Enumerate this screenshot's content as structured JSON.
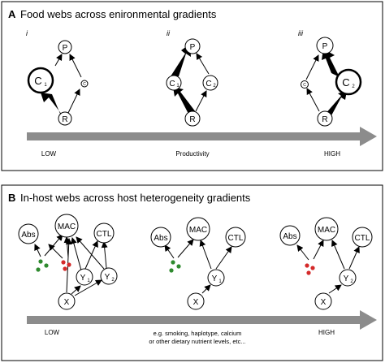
{
  "panel_a": {
    "letter": "A",
    "title": "Food webs across enironmental gradients",
    "roman": [
      "i",
      "ii",
      "iii"
    ],
    "nodes": {
      "P": "P",
      "R": "R",
      "C": "C",
      "sub1": "1",
      "sub2": "2"
    },
    "axis": {
      "low": "LOW",
      "middle": "Productivity",
      "high": "HIGH"
    }
  },
  "panel_b": {
    "letter": "B",
    "title": "In-host webs across host heterogeneity gradients",
    "nodes": {
      "abs": "Abs",
      "mac": "MAC",
      "ctl": "CTL",
      "x": "X",
      "y": "Y",
      "sub1": "1",
      "sub2": "2"
    },
    "axis": {
      "low": "LOW",
      "middle_line1": "e.g. smoking, haplotype, calcium",
      "middle_line2": "or other dietary nutrient levels, etc...",
      "high": "HIGH"
    }
  },
  "colors": {
    "frame": "#000000",
    "gradient_arrow": "#8c8c8c",
    "green_pathogen": "#2f8a2f",
    "red_pathogen": "#d42a2a"
  }
}
